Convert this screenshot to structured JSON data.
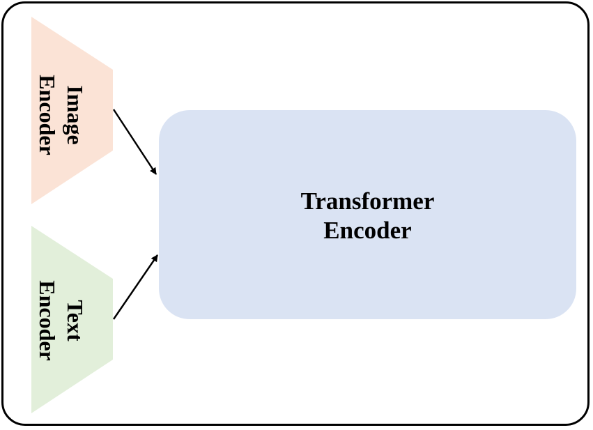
{
  "diagram": {
    "image_encoder": {
      "line1": "Image",
      "line2": "Encoder",
      "fill": "#FBE3D6"
    },
    "text_encoder": {
      "line1": "Text",
      "line2": "Encoder",
      "fill": "#E2EFDA"
    },
    "transformer_encoder": {
      "line1": "Transformer",
      "line2": "Encoder",
      "fill": "#DAE3F3"
    },
    "edges": [
      {
        "from": "image_encoder",
        "to": "transformer_encoder"
      },
      {
        "from": "text_encoder",
        "to": "transformer_encoder"
      }
    ]
  }
}
